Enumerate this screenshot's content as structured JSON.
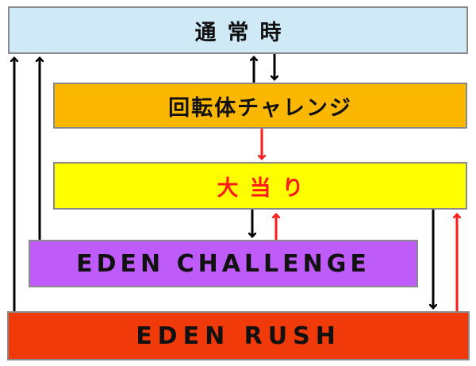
{
  "nodes": {
    "normal": {
      "label": "通常時",
      "fill": "#cfe9f7",
      "text_color": "#111111"
    },
    "rotation": {
      "label": "回転体チャレンジ",
      "fill": "#fcb800",
      "text_color": "#111111"
    },
    "jackpot": {
      "label": "大当り",
      "fill": "#ffff00",
      "text_color": "#ff1a1a"
    },
    "challenge": {
      "label": "EDEN CHALLENGE",
      "fill": "#bf5cf9",
      "text_color": "#111111"
    },
    "rush": {
      "label": "EDEN RUSH",
      "fill": "#f03a0a",
      "text_color": "#111111"
    }
  },
  "edges": [
    {
      "from": "rotation",
      "to": "normal",
      "color": "#000000"
    },
    {
      "from": "normal",
      "to": "rotation",
      "color": "#000000"
    },
    {
      "from": "rotation",
      "to": "jackpot",
      "color": "#ff1a1a"
    },
    {
      "from": "jackpot",
      "to": "challenge",
      "color": "#000000"
    },
    {
      "from": "challenge",
      "to": "jackpot",
      "color": "#ff1a1a"
    },
    {
      "from": "jackpot",
      "to": "rush",
      "color": "#000000"
    },
    {
      "from": "rush",
      "to": "jackpot",
      "color": "#ff1a1a"
    },
    {
      "from": "rush",
      "to": "normal",
      "color": "#000000"
    },
    {
      "from": "challenge",
      "to": "normal",
      "color": "#000000"
    }
  ]
}
